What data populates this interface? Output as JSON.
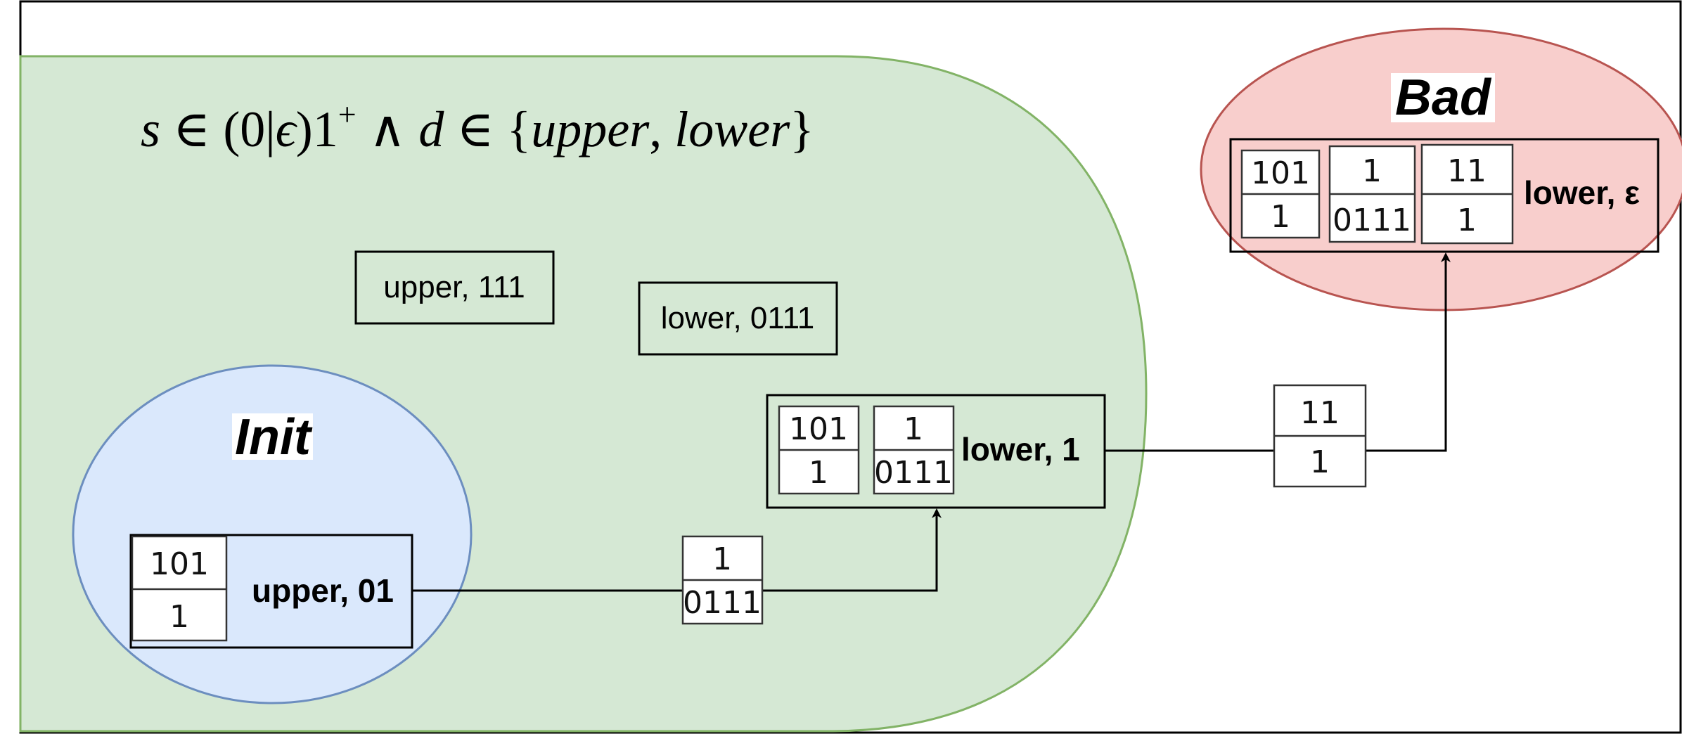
{
  "formula": {
    "s": "s",
    "in1": " ∈ (0|",
    "epsilon": "ϵ",
    "close": ")1",
    "plus": "+",
    "and": " ∧ ",
    "d": "d",
    "in2": " ∈ {",
    "upper": "upper",
    "comma": ", ",
    "lower": "lower",
    "end": "}"
  },
  "regions": {
    "init": {
      "title": "Init",
      "fill": "#dae8fc",
      "stroke": "#6c8ebf"
    },
    "bad": {
      "title": "Bad",
      "fill": "#f8cecc",
      "stroke": "#b85450"
    },
    "invariant": {
      "fill": "#d5e8d4",
      "stroke": "#82b366"
    }
  },
  "states": {
    "upper_111": {
      "label": "upper, 111"
    },
    "lower_0111": {
      "label": "lower, 0111"
    },
    "init_state": {
      "label": "upper, 01",
      "tiles": [
        {
          "top": "101",
          "bottom": "1"
        }
      ]
    },
    "middle_state": {
      "label": "lower, 1",
      "tiles": [
        {
          "top": "101",
          "bottom": "1"
        },
        {
          "top": "1",
          "bottom": "0111"
        }
      ]
    },
    "bad_state": {
      "label": "lower, ε",
      "tiles": [
        {
          "top": "101",
          "bottom": "1"
        },
        {
          "top": "1",
          "bottom": "0111"
        },
        {
          "top": "11",
          "bottom": "1"
        }
      ]
    }
  },
  "transitions": {
    "init_to_middle": {
      "top": "1",
      "bottom": "0111"
    },
    "middle_to_bad": {
      "top": "11",
      "bottom": "1"
    }
  }
}
